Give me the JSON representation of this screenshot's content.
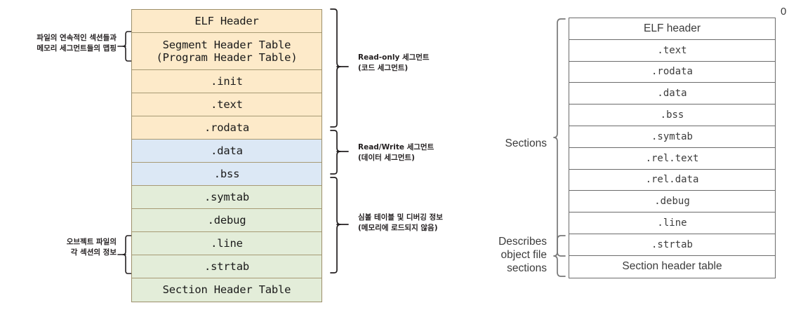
{
  "left_diagram": {
    "rows": [
      {
        "label": "ELF Header",
        "color": "cream",
        "lines": 1
      },
      {
        "label": "Segment Header Table\n(Program Header Table)",
        "color": "cream",
        "lines": 2
      },
      {
        "label": ".init",
        "color": "cream",
        "lines": 1
      },
      {
        "label": ".text",
        "color": "cream",
        "lines": 1
      },
      {
        "label": ".rodata",
        "color": "cream",
        "lines": 1
      },
      {
        "label": ".data",
        "color": "blue",
        "lines": 1
      },
      {
        "label": ".bss",
        "color": "blue",
        "lines": 1
      },
      {
        "label": ".symtab",
        "color": "green",
        "lines": 1
      },
      {
        "label": ".debug",
        "color": "green",
        "lines": 1
      },
      {
        "label": ".line",
        "color": "green",
        "lines": 1
      },
      {
        "label": ".strtab",
        "color": "green",
        "lines": 1
      },
      {
        "label": "Section Header Table",
        "color": "green",
        "lines": 1
      }
    ],
    "left_annotations": [
      {
        "text": "파일의 연속적인 섹션들과\n메모리 세그먼트들의 맵핑"
      },
      {
        "text": "오브젝트 파일의\n각 섹션의 정보"
      }
    ],
    "right_annotations": [
      {
        "text": "Read-only 세그먼트\n(코드 세그먼트)"
      },
      {
        "text": "Read/Write 세그먼트\n(데이터 세그먼트)"
      },
      {
        "text": "심볼 테이블 및 디버깅 정보\n(메모리에 로드되지 않음)"
      }
    ]
  },
  "right_diagram": {
    "offset_label": "0",
    "rows": [
      {
        "label": "ELF header",
        "style": "sans"
      },
      {
        "label": ".text",
        "style": "mono"
      },
      {
        "label": ".rodata",
        "style": "mono"
      },
      {
        "label": ".data",
        "style": "mono"
      },
      {
        "label": ".bss",
        "style": "mono"
      },
      {
        "label": ".symtab",
        "style": "mono"
      },
      {
        "label": ".rel.text",
        "style": "mono"
      },
      {
        "label": ".rel.data",
        "style": "mono"
      },
      {
        "label": ".debug",
        "style": "mono"
      },
      {
        "label": ".line",
        "style": "mono"
      },
      {
        "label": ".strtab",
        "style": "mono"
      },
      {
        "label": "Section header table",
        "style": "sans"
      }
    ],
    "annotations": [
      {
        "text": "Sections"
      },
      {
        "text": "Describes\nobject file\nsections"
      }
    ]
  },
  "colors": {
    "cream": "#fdeac9",
    "blue": "#dce8f5",
    "green": "#e3edd9",
    "cream_border": "#a79a74",
    "gray_border": "#6b6b6b",
    "text_dark": "#231f20",
    "text_gray": "#3c3c3c"
  }
}
